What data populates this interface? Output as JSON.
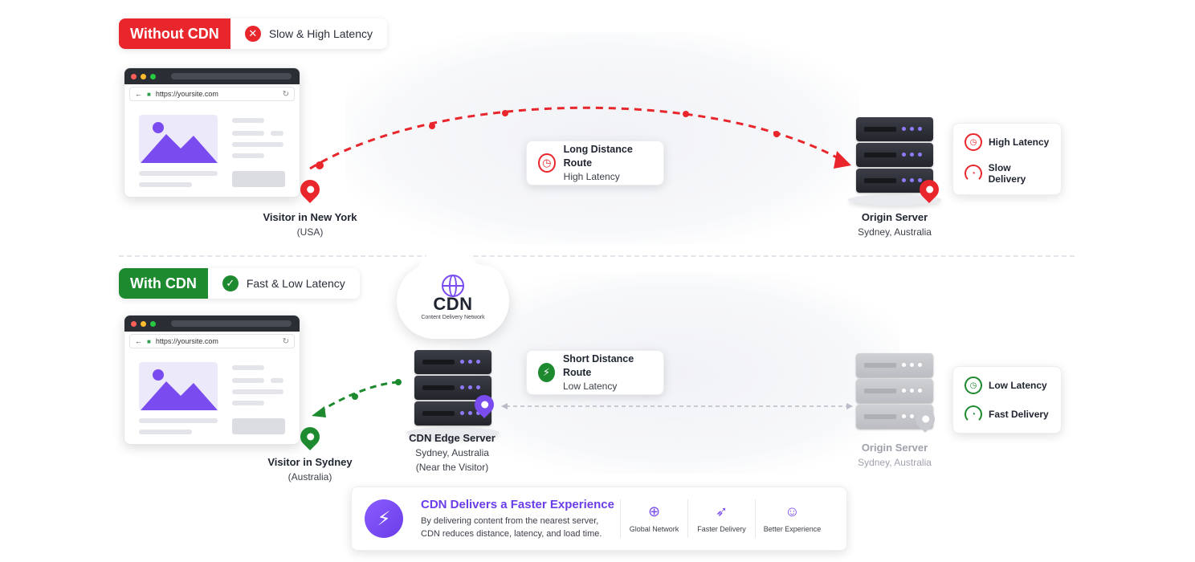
{
  "colors": {
    "red": "#e8262b",
    "green": "#1e8a2f",
    "purple": "#7a4cf0",
    "server_dark": "#2b2d33"
  },
  "without_cdn": {
    "tag": "Without CDN",
    "status": "Slow & High Latency",
    "browser_url": "https://yoursite.com",
    "visitor_title": "Visitor in New York",
    "visitor_sub": "(USA)",
    "route_title": "Long Distance Route",
    "route_sub": "High Latency",
    "origin_title": "Origin Server",
    "origin_sub": "Sydney, Australia",
    "metrics": [
      "High Latency",
      "Slow Delivery"
    ]
  },
  "with_cdn": {
    "tag": "With CDN",
    "status": "Fast & Low Latency",
    "browser_url": "https://yoursite.com",
    "cloud_title": "CDN",
    "cloud_sub": "Content Delivery Network",
    "visitor_title": "Visitor in Sydney",
    "visitor_sub": "(Australia)",
    "edge_title": "CDN Edge Server",
    "edge_sub1": "Sydney, Australia",
    "edge_sub2": "(Near the Visitor)",
    "route_title": "Short Distance Route",
    "route_sub": "Low Latency",
    "origin_title": "Origin Server",
    "origin_sub": "Sydney, Australia",
    "metrics": [
      "Low Latency",
      "Fast Delivery"
    ]
  },
  "summary": {
    "title": "CDN Delivers a Faster Experience",
    "desc_line1": "By delivering content from the nearest server,",
    "desc_line2": "CDN reduces distance, latency, and load time.",
    "features": [
      "Global Network",
      "Faster Delivery",
      "Better Experience"
    ]
  },
  "icons": [
    "x-circle-icon",
    "check-circle-icon",
    "clock-icon",
    "speedometer-icon",
    "lightning-icon",
    "globe-icon",
    "rocket-icon",
    "user-icon",
    "location-pin-icon",
    "server-icon",
    "lock-icon",
    "reload-icon"
  ]
}
